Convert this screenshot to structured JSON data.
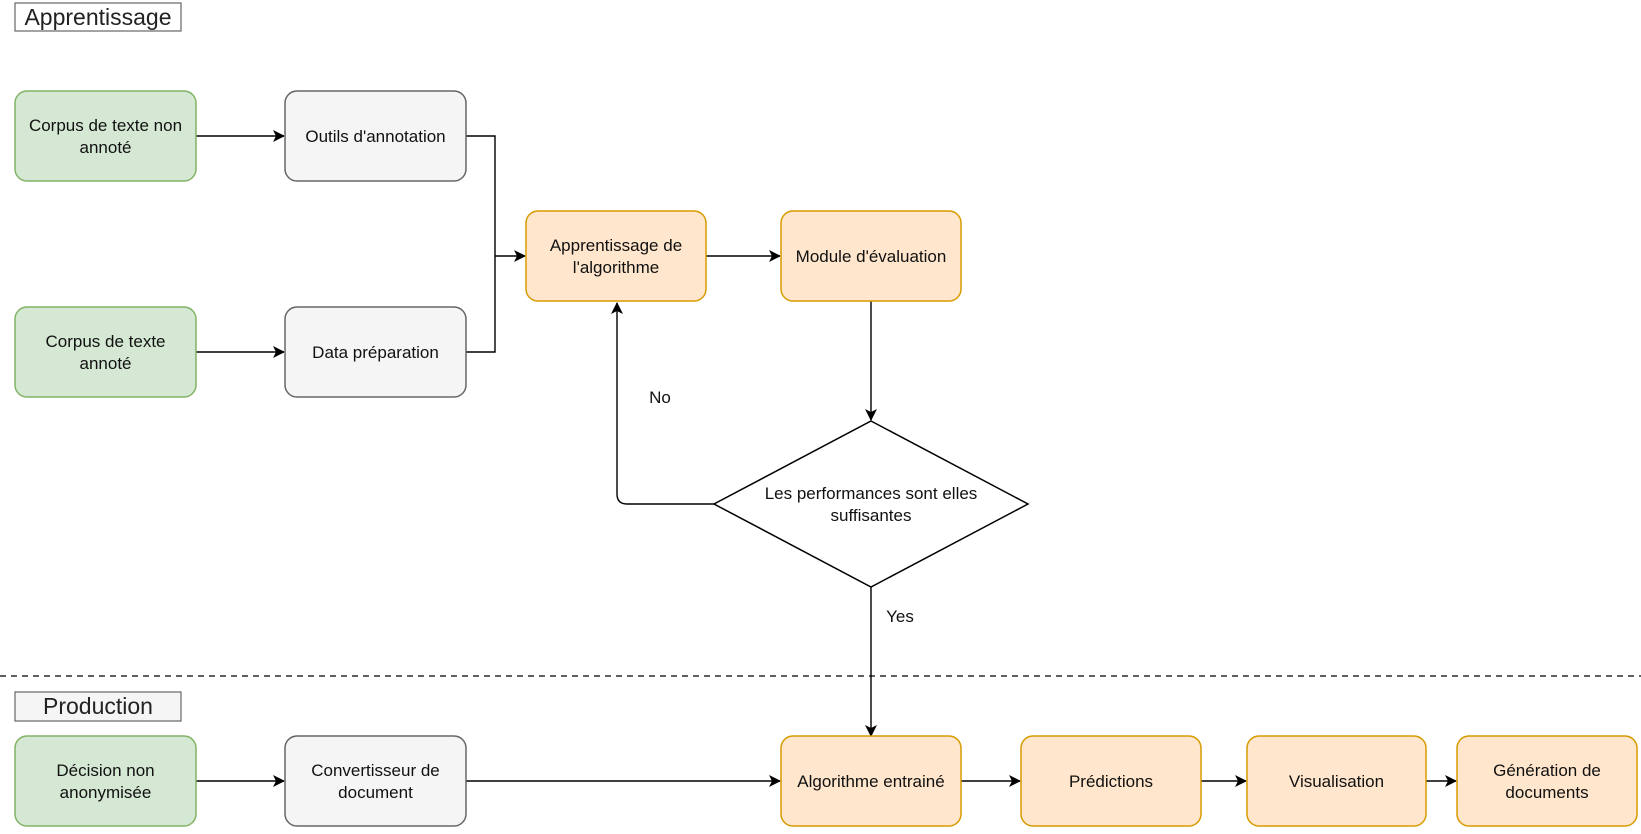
{
  "sections": {
    "training": "Apprentissage",
    "production": "Production"
  },
  "nodes": {
    "corpus_unannotated": {
      "lines": [
        "Corpus de texte non",
        "annoté"
      ],
      "style": "green"
    },
    "annotation_tools": {
      "lines": [
        "Outils d'annotation"
      ],
      "style": "gray"
    },
    "corpus_annotated": {
      "lines": [
        "Corpus de texte",
        "annoté"
      ],
      "style": "green"
    },
    "data_preparation": {
      "lines": [
        "Data préparation"
      ],
      "style": "gray"
    },
    "algorithm_training": {
      "lines": [
        "Apprentissage de",
        "l'algorithme"
      ],
      "style": "orange"
    },
    "evaluation_module": {
      "lines": [
        "Module d'évaluation"
      ],
      "style": "orange"
    },
    "performance_decision": {
      "lines": [
        "Les performances sont elles",
        "suffisantes"
      ],
      "style": "white"
    },
    "non_anonymized_decision": {
      "lines": [
        "Décision non",
        "anonymisée"
      ],
      "style": "green"
    },
    "document_converter": {
      "lines": [
        "Convertisseur de",
        "document"
      ],
      "style": "gray"
    },
    "trained_algorithm": {
      "lines": [
        "Algorithme entrainé"
      ],
      "style": "orange"
    },
    "predictions": {
      "lines": [
        "Prédictions"
      ],
      "style": "orange"
    },
    "visualisation": {
      "lines": [
        "Visualisation"
      ],
      "style": "orange"
    },
    "document_generation": {
      "lines": [
        "Génération de",
        "documents"
      ],
      "style": "orange"
    }
  },
  "edge_labels": {
    "no": "No",
    "yes": "Yes"
  },
  "colors": {
    "green_fill": "#d5e8d4",
    "green_stroke": "#82b366",
    "gray_fill": "#f5f5f5",
    "gray_stroke": "#666666",
    "orange_fill": "#ffe6cc",
    "orange_stroke": "#d79b00",
    "line": "#000000"
  }
}
